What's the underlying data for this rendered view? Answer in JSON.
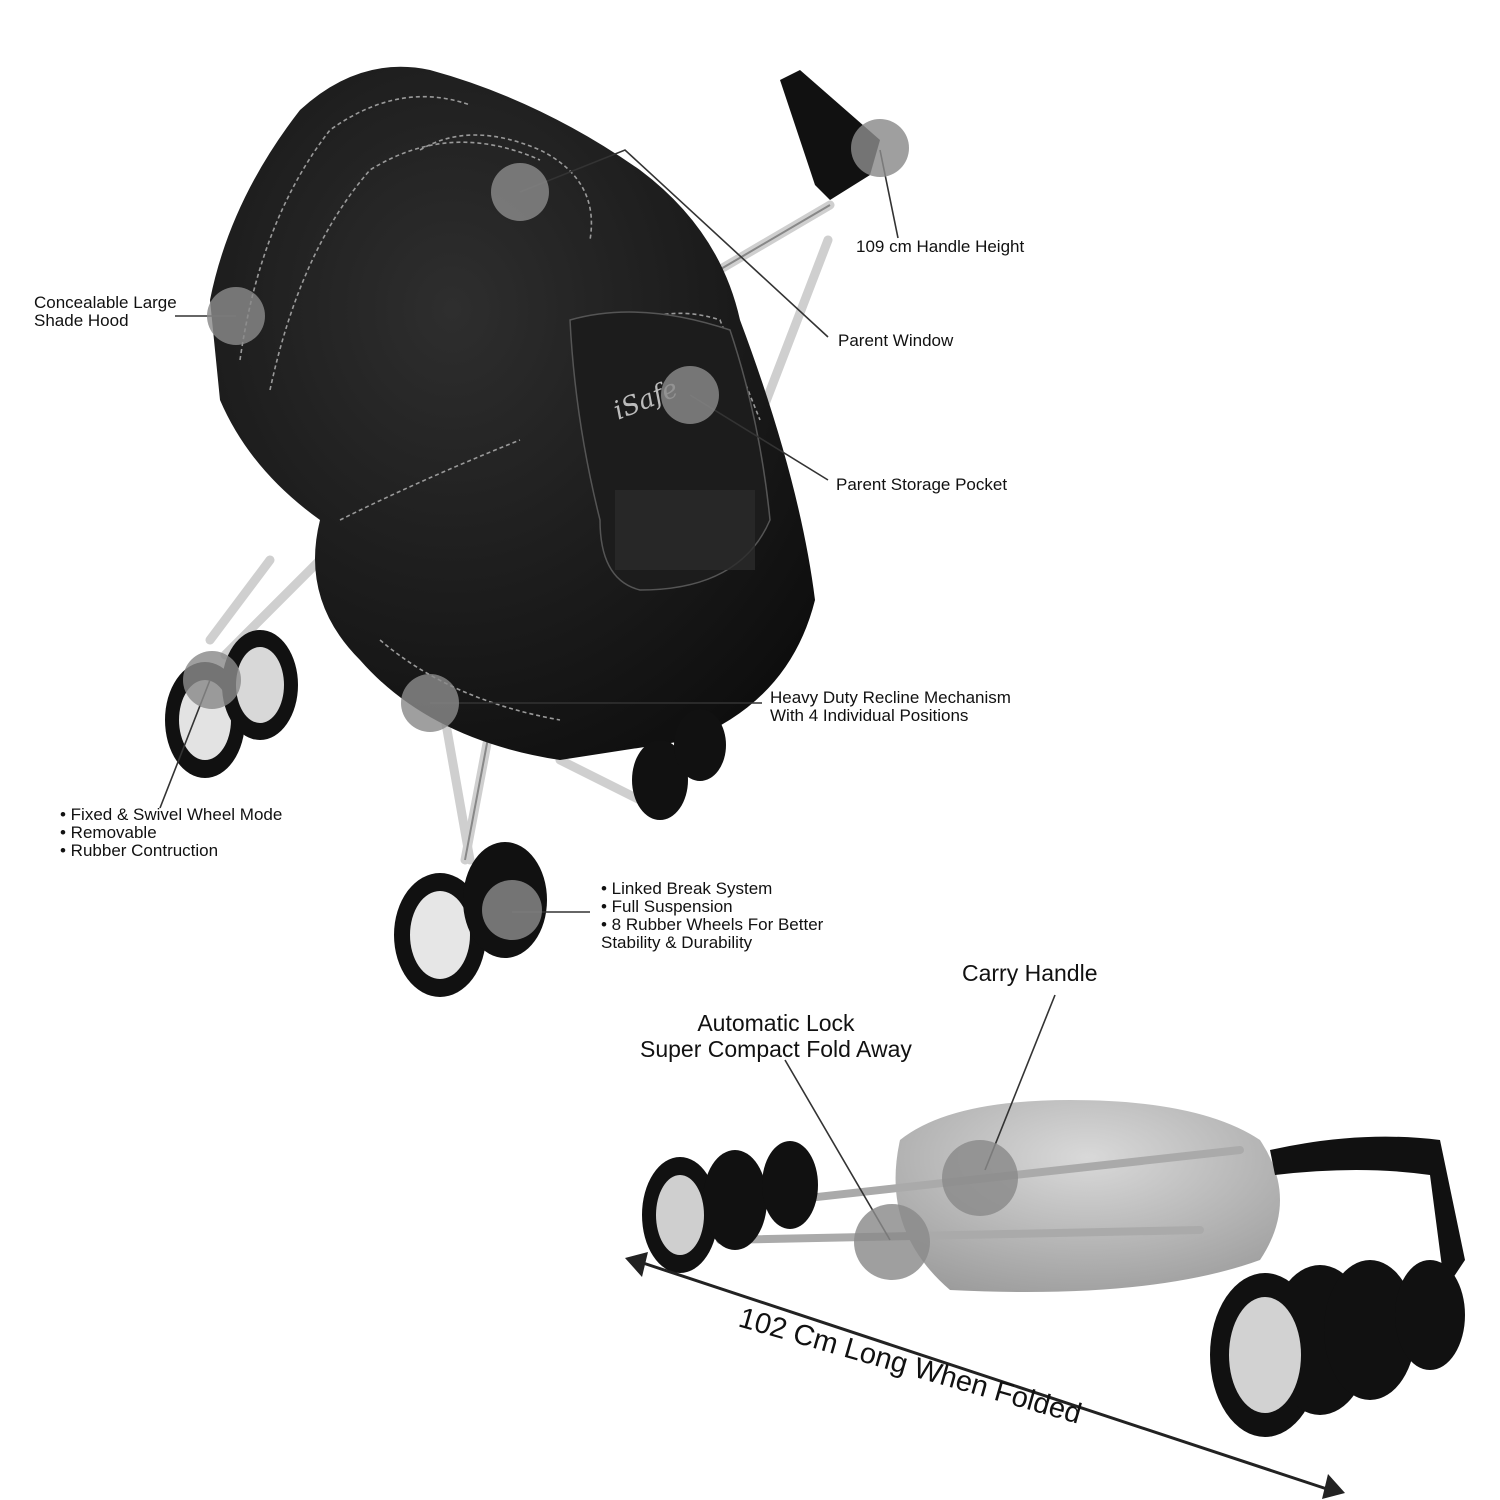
{
  "callouts": {
    "handle_height": "109 cm Handle Height",
    "shade_hood": [
      "Concealable Large",
      "Shade Hood"
    ],
    "parent_window": "Parent Window",
    "storage_pocket": "Parent Storage Pocket",
    "recline": [
      "Heavy Duty Recline Mechanism",
      "With 4 Individual Positions"
    ],
    "wheels_front": [
      "• Fixed & Swivel Wheel Mode",
      "• Removable",
      "• Rubber Contruction"
    ],
    "wheels_rear": [
      "• Linked Break System",
      "• Full Suspension",
      "• 8 Rubber Wheels For Better",
      "Stability & Durability"
    ],
    "carry_handle": "Carry Handle",
    "fold": [
      "Automatic Lock",
      "Super Compact Fold Away"
    ],
    "folded_length": "102 Cm Long When Folded"
  },
  "colors": {
    "marker": "#8a8a8a",
    "fabric": "#1a1a1a",
    "frame": "#d6d6d6",
    "folded_fabric": "#b9b9b9"
  },
  "icons": [
    "callout-marker-dot",
    "dimension-arrow"
  ]
}
